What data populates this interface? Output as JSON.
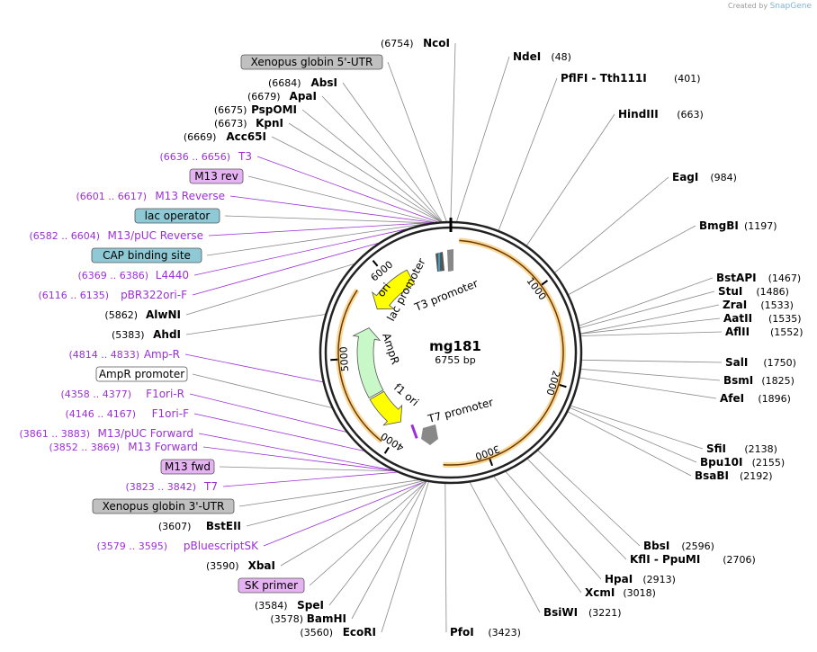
{
  "credit": {
    "prefix": "Created by",
    "brand": "SnapGene"
  },
  "plasmid": {
    "name": "mg181",
    "size": "6755 bp",
    "length": 6755
  },
  "colors": {
    "enzyme": "#000000",
    "primer": "#9b30d9",
    "backbone": "#222222",
    "grey_feature": "#c0c0c0",
    "teal_feature": "#8fc9d6",
    "purple_feature": "#e6b3f2",
    "ori": "#ffff00",
    "ampr": "#c8f7c8",
    "f1ori": "#ffff00",
    "orf": "#f5b742",
    "promoter_gray": "#999999"
  },
  "ticks": [
    {
      "pos": 1000,
      "label": "1000"
    },
    {
      "pos": 2000,
      "label": "2000"
    },
    {
      "pos": 3000,
      "label": "3000"
    },
    {
      "pos": 4000,
      "label": "4000"
    },
    {
      "pos": 5000,
      "label": "5000"
    },
    {
      "pos": 6000,
      "label": "6000"
    }
  ],
  "enzymes_right": [
    {
      "name": "NdeI",
      "coord": "(48)",
      "pos": 48
    },
    {
      "name": "PflFI - Tth111I",
      "coord": "(401)",
      "pos": 401
    },
    {
      "name": "HindIII",
      "coord": "(663)",
      "pos": 663
    },
    {
      "name": "EagI",
      "coord": "(984)",
      "pos": 984
    },
    {
      "name": "BmgBI",
      "coord": "(1197)",
      "pos": 1197
    },
    {
      "name": "BstAPI",
      "coord": "(1467)",
      "pos": 1467
    },
    {
      "name": "StuI",
      "coord": "(1486)",
      "pos": 1486
    },
    {
      "name": "ZraI",
      "coord": "(1533)",
      "pos": 1533
    },
    {
      "name": "AatII",
      "coord": "(1535)",
      "pos": 1535
    },
    {
      "name": "AflII",
      "coord": "(1552)",
      "pos": 1552
    },
    {
      "name": "SalI",
      "coord": "(1750)",
      "pos": 1750
    },
    {
      "name": "BsmI",
      "coord": "(1825)",
      "pos": 1825
    },
    {
      "name": "AfeI",
      "coord": "(1896)",
      "pos": 1896
    },
    {
      "name": "SfiI",
      "coord": "(2138)",
      "pos": 2138
    },
    {
      "name": "Bpu10I",
      "coord": "(2155)",
      "pos": 2155
    },
    {
      "name": "BsaBI",
      "coord": "(2192)",
      "pos": 2192
    },
    {
      "name": "BbsI",
      "coord": "(2596)",
      "pos": 2596
    },
    {
      "name": "KflI - PpuMI",
      "coord": "(2706)",
      "pos": 2706
    },
    {
      "name": "HpaI",
      "coord": "(2913)",
      "pos": 2913
    },
    {
      "name": "XcmI",
      "coord": "(3018)",
      "pos": 3018
    },
    {
      "name": "BsiWI",
      "coord": "(3221)",
      "pos": 3221
    },
    {
      "name": "PfoI",
      "coord": "(3423)",
      "pos": 3423
    }
  ],
  "labels_left": [
    {
      "kind": "enzyme",
      "name": "NcoI",
      "coord": "(6754)",
      "pos": 6754
    },
    {
      "kind": "grey",
      "name": "Xenopus globin 5'-UTR",
      "pos": 6720
    },
    {
      "kind": "enzyme",
      "name": "AbsI",
      "coord": "(6684)",
      "pos": 6684
    },
    {
      "kind": "enzyme",
      "name": "ApaI",
      "coord": "(6679)",
      "pos": 6679
    },
    {
      "kind": "enzyme",
      "name": "PspOMI",
      "coord": "(6675)",
      "pos": 6675
    },
    {
      "kind": "enzyme",
      "name": "KpnI",
      "coord": "(6673)",
      "pos": 6673
    },
    {
      "kind": "enzyme",
      "name": "Acc65I",
      "coord": "(6669)",
      "pos": 6669
    },
    {
      "kind": "primer",
      "name": "T3",
      "coord": "(6636 .. 6656)",
      "pos": 6646
    },
    {
      "kind": "purple",
      "name": "M13 rev",
      "pos": 6620
    },
    {
      "kind": "primer",
      "name": "M13 Reverse",
      "coord": "(6601 .. 6617)",
      "pos": 6609
    },
    {
      "kind": "teal",
      "name": "lac operator",
      "pos": 6585
    },
    {
      "kind": "primer",
      "name": "M13/pUC Reverse",
      "coord": "(6582 .. 6604)",
      "pos": 6593
    },
    {
      "kind": "teal",
      "name": "CAP binding site",
      "pos": 6540
    },
    {
      "kind": "primer",
      "name": "L4440",
      "coord": "(6369 .. 6386)",
      "pos": 6377
    },
    {
      "kind": "primer",
      "name": "pBR322ori-F",
      "coord": "(6116 .. 6135)",
      "pos": 6125
    },
    {
      "kind": "enzyme",
      "name": "AlwNI",
      "coord": "(5862)",
      "pos": 5862
    },
    {
      "kind": "enzyme",
      "name": "AhdI",
      "coord": "(5383)",
      "pos": 5383
    },
    {
      "kind": "primer",
      "name": "Amp-R",
      "coord": "(4814 .. 4833)",
      "pos": 4823
    },
    {
      "kind": "white",
      "name": "AmpR promoter",
      "pos": 4600
    },
    {
      "kind": "primer",
      "name": "F1ori-R",
      "coord": "(4358 .. 4377)",
      "pos": 4367
    },
    {
      "kind": "primer",
      "name": "F1ori-F",
      "coord": "(4146 .. 4167)",
      "pos": 4156
    },
    {
      "kind": "primer",
      "name": "M13/pUC Forward",
      "coord": "(3861 .. 3883)",
      "pos": 3872
    },
    {
      "kind": "primer",
      "name": "M13 Forward",
      "coord": "(3852 .. 3869)",
      "pos": 3860
    },
    {
      "kind": "purple",
      "name": "M13 fwd",
      "pos": 3856
    },
    {
      "kind": "primer",
      "name": "T7",
      "coord": "(3823 .. 3842)",
      "pos": 3832
    },
    {
      "kind": "grey",
      "name": "Xenopus globin 3'-UTR",
      "pos": 3640
    },
    {
      "kind": "enzyme",
      "name": "BstEII",
      "coord": "(3607)",
      "pos": 3607
    },
    {
      "kind": "primer",
      "name": "pBluescriptSK",
      "coord": "(3579 .. 3595)",
      "pos": 3587
    },
    {
      "kind": "enzyme",
      "name": "XbaI",
      "coord": "(3590)",
      "pos": 3590
    },
    {
      "kind": "purple",
      "name": "SK primer",
      "pos": 3580
    },
    {
      "kind": "enzyme",
      "name": "SpeI",
      "coord": "(3584)",
      "pos": 3584
    },
    {
      "kind": "enzyme",
      "name": "BamHI",
      "coord": "(3578)",
      "pos": 3578
    },
    {
      "kind": "enzyme",
      "name": "EcoRI",
      "coord": "(3560)",
      "pos": 3560
    }
  ],
  "features": [
    {
      "name": "ori",
      "start": 5640,
      "end": 6230,
      "strand": -1,
      "color": "#ffff00"
    },
    {
      "name": "AmpR",
      "start": 4520,
      "end": 5380,
      "strand": 1,
      "color": "#c8f7c8"
    },
    {
      "name": "f1 ori",
      "start": 4050,
      "end": 4500,
      "strand": -1,
      "color": "#ffff00"
    }
  ],
  "feature_labels": [
    {
      "name": "lac promoter"
    },
    {
      "name": "T3 promoter"
    },
    {
      "name": "T7 promoter"
    },
    {
      "name": "ori"
    },
    {
      "name": "AmpR"
    },
    {
      "name": "f1 ori"
    }
  ],
  "orfs": [
    {
      "start": 80,
      "end": 3450
    },
    {
      "start": 4090,
      "end": 5700
    }
  ]
}
